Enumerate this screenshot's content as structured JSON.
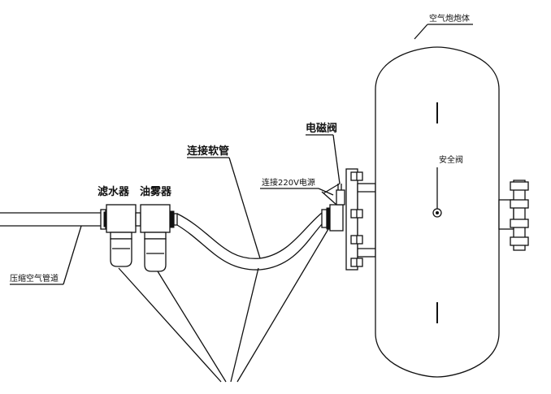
{
  "labels": {
    "tank": "空气炮炮体",
    "safety_valve": "安全阀",
    "solenoid_valve": "电磁阀",
    "power": "连接220V电源",
    "hose": "连接软管",
    "water_filter": "滤水器",
    "oil_mist": "油雾器",
    "air_pipe": "压缩空气管道"
  }
}
